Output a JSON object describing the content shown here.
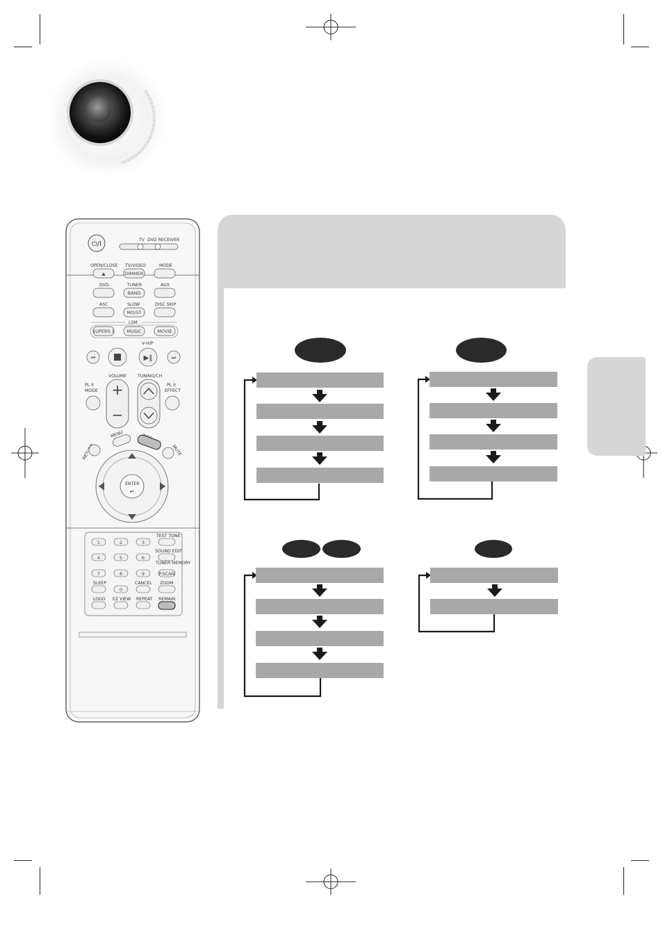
{
  "page": {
    "background": "#ffffff",
    "panel_color": "#d6d6d6",
    "bar_color": "#a8a8a8",
    "oval_color": "#2a2a2a",
    "line_color": "#1a1a1a"
  },
  "speaker": {
    "binary_ring_text": "0101010101010101010101010101010101010101"
  },
  "remote": {
    "power_icon": "power-icon",
    "mode_leds": [
      "TV",
      "DVD RECEIVER"
    ],
    "row1": [
      "OPEN/CLOSE",
      "TV/VIDEO",
      "MODE"
    ],
    "row1_button_text": [
      "▲",
      "DIMMER",
      ""
    ],
    "row2": [
      "DVD",
      "TUNER",
      "AUX"
    ],
    "row2_button_text": [
      "",
      "BAND",
      ""
    ],
    "row3": [
      "ASC",
      "SLOW",
      "DISC SKIP"
    ],
    "row3_button_text": [
      "",
      "MO/ST",
      ""
    ],
    "lsm_label": "LSM",
    "lsm_buttons": [
      "SUPER5.1",
      "MUSIC",
      "MOVIE"
    ],
    "vhp_label": "V-H/P",
    "volume_label": "VOLUME",
    "tuning_label": "TUNING/CH",
    "pl_mode_label": "PL II",
    "mode_label": "MODE",
    "pl_effect_label": "PL II",
    "effect_label": "EFFECT",
    "menu_label": "MENU",
    "info_label": "INFO",
    "return_label": "RETURN",
    "mute_label": "MUTE",
    "enter_label": "ENTER",
    "keypad_rows": [
      {
        "keys": [
          "1",
          "2",
          "3"
        ],
        "side": "TEST TONE"
      },
      {
        "keys": [
          "4",
          "5",
          "6"
        ],
        "side": "SOUND EDIT"
      },
      {
        "keys": [
          "7",
          "8",
          "9"
        ],
        "side": "TUNER MEMORY"
      }
    ],
    "tuner_memory_sub": "P.SCAN",
    "bottom_labels": [
      "SLEEP",
      "0",
      "CANCEL",
      "ZOOM"
    ],
    "bottom_labels2": [
      "LOGO",
      "EZ VIEW",
      "REPEAT",
      "REMAIN"
    ]
  }
}
